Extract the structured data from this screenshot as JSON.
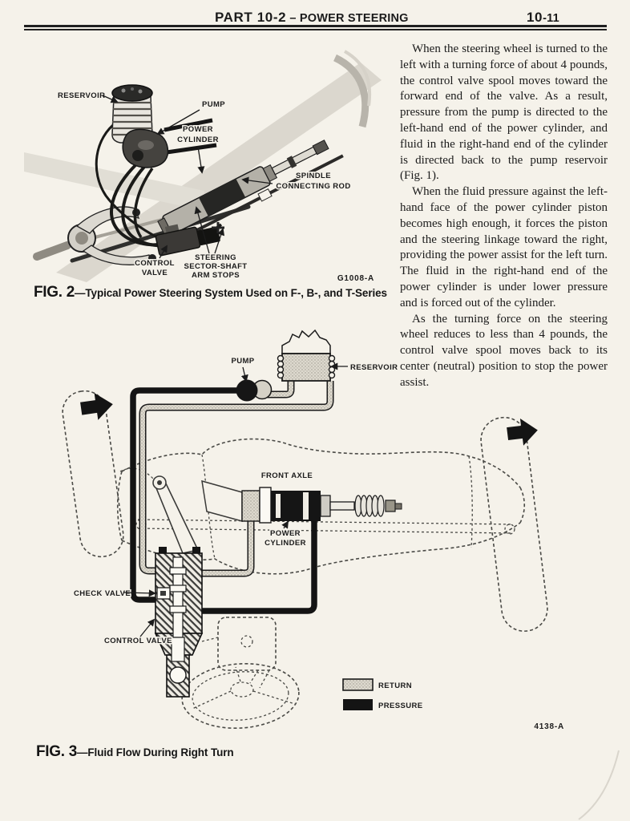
{
  "header": {
    "part": "PART 10-2",
    "section": " – POWER STEERING",
    "page_num_bold": "10",
    "page_num_rest": "-11"
  },
  "column": {
    "p1": "When the steering wheel is turned to the left with a turning force of about 4 pounds, the control valve spool moves toward the forward end of the valve. As a result, pressure from the pump is directed to the left-hand end of the power cylinder, and fluid in the right-hand end of the cylinder is directed back to the pump reservoir (Fig. 1).",
    "p2": "When the fluid pressure against the left-hand face of the power cylinder piston becomes high enough, it forces the piston and the steering linkage toward the right, providing the power assist for the left turn. The fluid in the right-hand end of the power cylinder is under lower pressure and is forced out of the cylinder.",
    "p3": "As the turning force on the steering wheel reduces to less than 4 pounds, the control valve spool moves back to its center (neutral) position to stop the power assist."
  },
  "fig2": {
    "fig_label": "FIG. 2",
    "caption": "—Typical Power Steering System Used on F-, B-, and T-Series",
    "code": "G1008-A",
    "labels": {
      "reservoir": "RESERVOIR",
      "pump": "PUMP",
      "power1": "POWER",
      "power2": "CYLINDER",
      "spindle1": "SPINDLE",
      "spindle2": "CONNECTING ROD",
      "control1": "CONTROL",
      "control2": "VALVE",
      "stops1": "STEERING",
      "stops2": "SECTOR-SHAFT",
      "stops3": "ARM STOPS"
    }
  },
  "fig3": {
    "fig_label": "FIG. 3",
    "caption": "—Fluid Flow During Right Turn",
    "code": "4138-A",
    "labels": {
      "pump": "PUMP",
      "reservoir": "RESERVOIR",
      "front_axle": "FRONT AXLE",
      "power1": "POWER",
      "power2": "CYLINDER",
      "check_valve": "CHECK VALVE",
      "control_valve": "CONTROL VALVE"
    },
    "legend": {
      "return": "RETURN",
      "pressure": "PRESSURE"
    }
  },
  "colors": {
    "paper": "#f5f2ea",
    "ink": "#1b1b1b",
    "pressure": "#141414",
    "return_fill": "#d9d5ca"
  }
}
